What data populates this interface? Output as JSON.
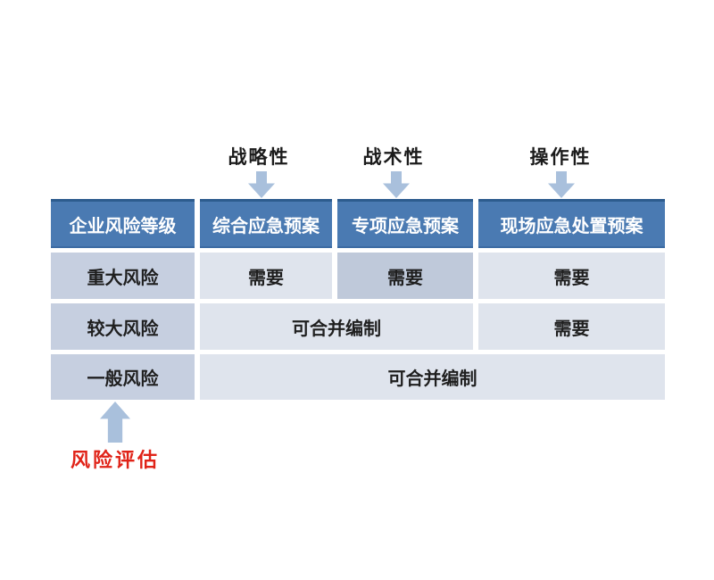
{
  "colors": {
    "header_bg": "#4a7ab2",
    "header_top_border": "#2d5c8e",
    "row_label_bg": "#c6cfe0",
    "cell_bg": "#dfe4ed",
    "cell_highlight_bg": "#bfc9da",
    "arrow": "#a9c0dc",
    "risk_assess_text": "#e02318"
  },
  "top_labels": [
    {
      "label": "战略性"
    },
    {
      "label": "战术性"
    },
    {
      "label": "操作性"
    }
  ],
  "table": {
    "headers": [
      "企业风险等级",
      "综合应急预案",
      "专项应急预案",
      "现场应急处置预案"
    ],
    "rows": [
      {
        "level": "重大风险",
        "cells": [
          "需要",
          "需要",
          "需要"
        ]
      },
      {
        "level": "较大风险",
        "cells": [
          "可合并编制",
          "需要"
        ]
      },
      {
        "level": "一般风险",
        "cells": [
          "可合并编制"
        ]
      }
    ]
  },
  "bottom": {
    "label": "风险评估"
  }
}
